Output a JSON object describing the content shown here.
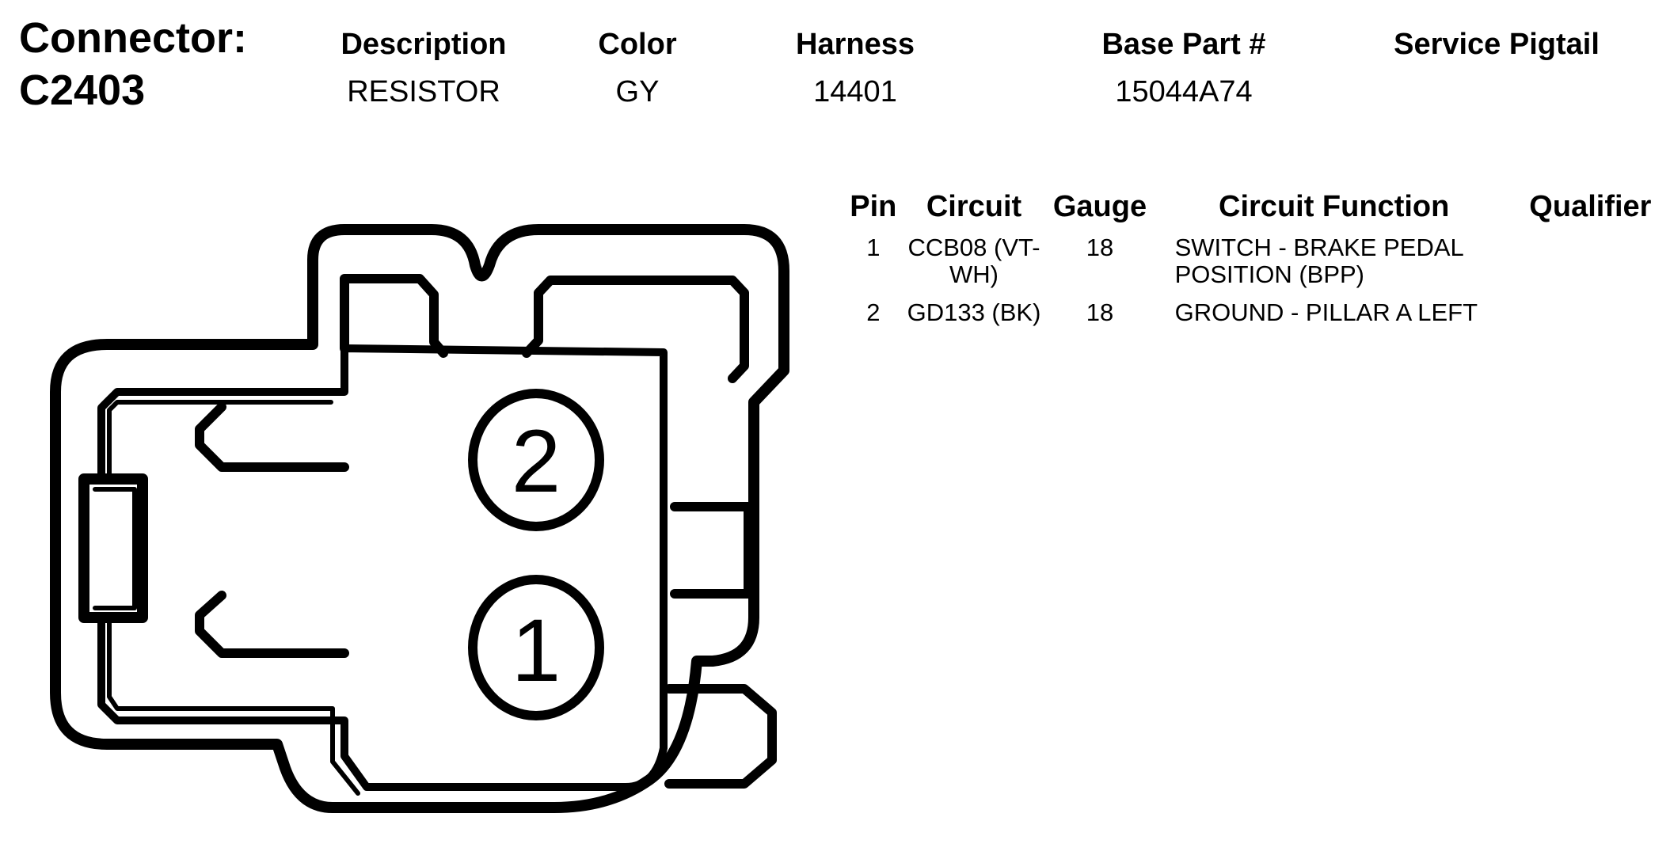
{
  "connector": {
    "label": "Connector:",
    "id": "C2403"
  },
  "info": {
    "headers": {
      "description": "Description",
      "color": "Color",
      "harness": "Harness",
      "base_part": "Base Part #",
      "service_pigtail": "Service Pigtail"
    },
    "values": {
      "description": "RESISTOR",
      "color": "GY",
      "harness": "14401",
      "base_part": "15044A74",
      "service_pigtail": ""
    }
  },
  "pin_table": {
    "headers": {
      "pin": "Pin",
      "circuit": "Circuit",
      "gauge": "Gauge",
      "function": "Circuit Function",
      "qualifier": "Qualifier"
    },
    "rows": [
      {
        "pin": "1",
        "circuit": "CCB08 (VT-WH)",
        "gauge": "18",
        "function": "SWITCH - BRAKE PEDAL POSITION (BPP)",
        "qualifier": ""
      },
      {
        "pin": "2",
        "circuit": "GD133 (BK)",
        "gauge": "18",
        "function": "GROUND - PILLAR A LEFT",
        "qualifier": ""
      }
    ]
  },
  "diagram": {
    "pin_labels": [
      "2",
      "1"
    ]
  }
}
